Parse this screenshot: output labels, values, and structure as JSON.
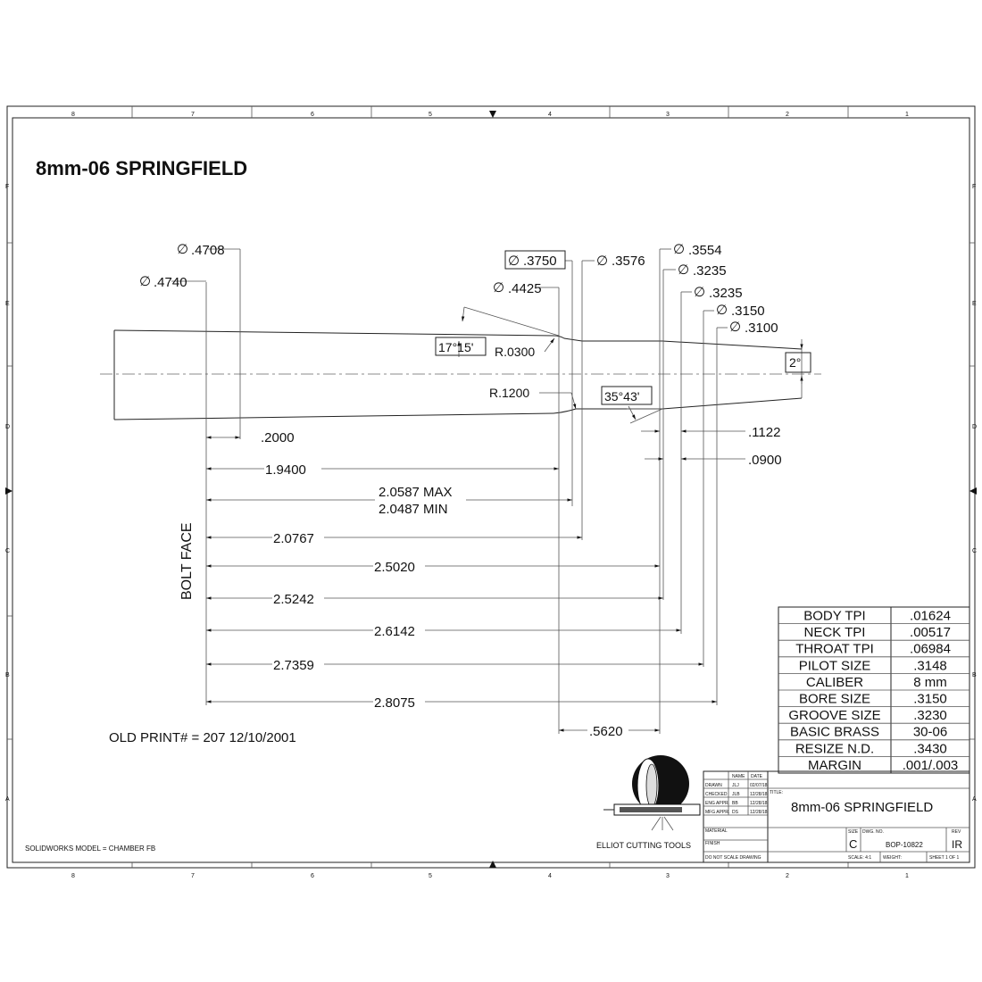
{
  "title": "8mm-06 SPRINGFIELD",
  "zones": {
    "top": [
      "8",
      "7",
      "6",
      "5",
      "4",
      "3",
      "2",
      "1"
    ],
    "side": [
      "F",
      "E",
      "D",
      "C",
      "B",
      "A"
    ]
  },
  "diameters": {
    "d4708": ".4708",
    "d4740": ".4740",
    "d3750": ".3750",
    "d3576": ".3576",
    "d4425": ".4425",
    "d3554": ".3554",
    "d3235a": ".3235",
    "d3235b": ".3235",
    "d3150": ".3150",
    "d3100": ".3100",
    "symbol": "∅"
  },
  "angles": {
    "shoulder_top": "17°15'",
    "shoulder_bottom": "35°43'",
    "taper": "2°"
  },
  "radii": {
    "r1": "R.0300",
    "r2": "R.1200"
  },
  "lengths": {
    "l2000": ".2000",
    "l1122": ".1122",
    "l0900": ".0900",
    "l19400": "1.9400",
    "l2max": "2.0587 MAX",
    "l2min": "2.0487 MIN",
    "l20767": "2.0767",
    "l25020": "2.5020",
    "l25242": "2.5242",
    "l26142": "2.6142",
    "l27359": "2.7359",
    "l28075": "2.8075",
    "l5620": ".5620"
  },
  "bolt_face": "BOLT FACE",
  "old_print": "OLD PRINT# = 207  12/10/2001",
  "solidworks": "SOLIDWORKS MODEL = CHAMBER FB",
  "specs": [
    {
      "label": "BODY TPI",
      "value": ".01624"
    },
    {
      "label": "NECK TPI",
      "value": ".00517"
    },
    {
      "label": "THROAT TPI",
      "value": ".06984"
    },
    {
      "label": "PILOT SIZE",
      "value": ".3148"
    },
    {
      "label": "CALIBER",
      "value": "8 mm"
    },
    {
      "label": "BORE SIZE",
      "value": ".3150"
    },
    {
      "label": "GROOVE SIZE",
      "value": ".3230"
    },
    {
      "label": "BASIC BRASS",
      "value": "30-06"
    },
    {
      "label": "RESIZE N.D.",
      "value": ".3430"
    },
    {
      "label": "MARGIN",
      "value": ".001/.003"
    }
  ],
  "title_block": {
    "col_name": "NAME",
    "col_date": "DATE",
    "rows": [
      {
        "role": "DRAWN",
        "name": "JLJ",
        "date": "02/07/18"
      },
      {
        "role": "CHECKED",
        "name": "JLB",
        "date": "12/28/18"
      },
      {
        "role": "ENG APPR.",
        "name": "BB",
        "date": "12/28/18"
      },
      {
        "role": "MFG APPR.",
        "name": "DS",
        "date": "12/28/18"
      }
    ],
    "material": "MATERIAL",
    "finish": "FINISH",
    "no_scale": "DO NOT SCALE DRAWING",
    "title_label": "TITLE:",
    "title": "8mm-06 SPRINGFIELD",
    "size_label": "SIZE",
    "size": "C",
    "dwg_label": "DWG.  NO.",
    "dwg_no": "BOP-10822",
    "rev_label": "REV",
    "rev": "IR",
    "scale": "SCALE: 4:1",
    "weight": "WEIGHT:",
    "sheet": "SHEET 1 OF 1"
  },
  "company": "ELLIOT CUTTING TOOLS"
}
